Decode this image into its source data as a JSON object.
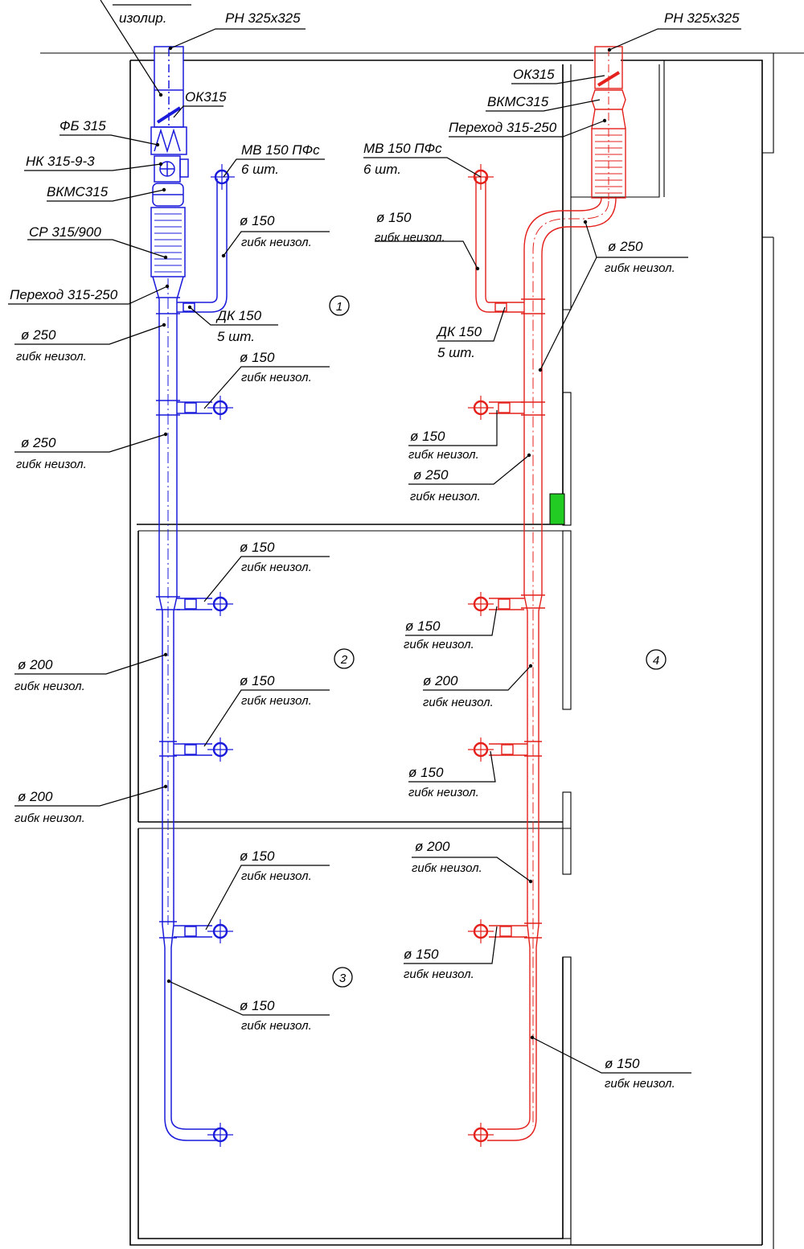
{
  "colors": {
    "supply": "#1a1adb",
    "exhaust": "#e3201b",
    "accent_green": "#22cc22",
    "walls": "#000000"
  },
  "labels": {
    "izolir": "изолир.",
    "rn_left": "РН 325х325",
    "rn_right": "РН 325х325",
    "ok_left": "ОК315",
    "ok_right": "ОК315",
    "fb": "ФБ 315",
    "nk": "НК 315-9-3",
    "vkmc_left": "ВКМС315",
    "vkmc_right": "ВКМС315",
    "sr": "СР 315/900",
    "perehod_left": "Переход 315-250",
    "perehod_right": "Переход 315-250",
    "mv_left": "МВ 150 ПФс",
    "mv_left_qty": "6 шт.",
    "mv_right": "МВ 150 ПФс",
    "mv_right_qty": "6 шт.",
    "dk_left": "ДК 150",
    "dk_left_qty": "5 шт.",
    "dk_right": "ДК 150",
    "dk_right_qty": "5 шт.",
    "d150": "ø 150",
    "d200": "ø 200",
    "d250": "ø 250",
    "gibk": "гибк неизол."
  },
  "rooms": [
    "1",
    "2",
    "3",
    "4"
  ]
}
